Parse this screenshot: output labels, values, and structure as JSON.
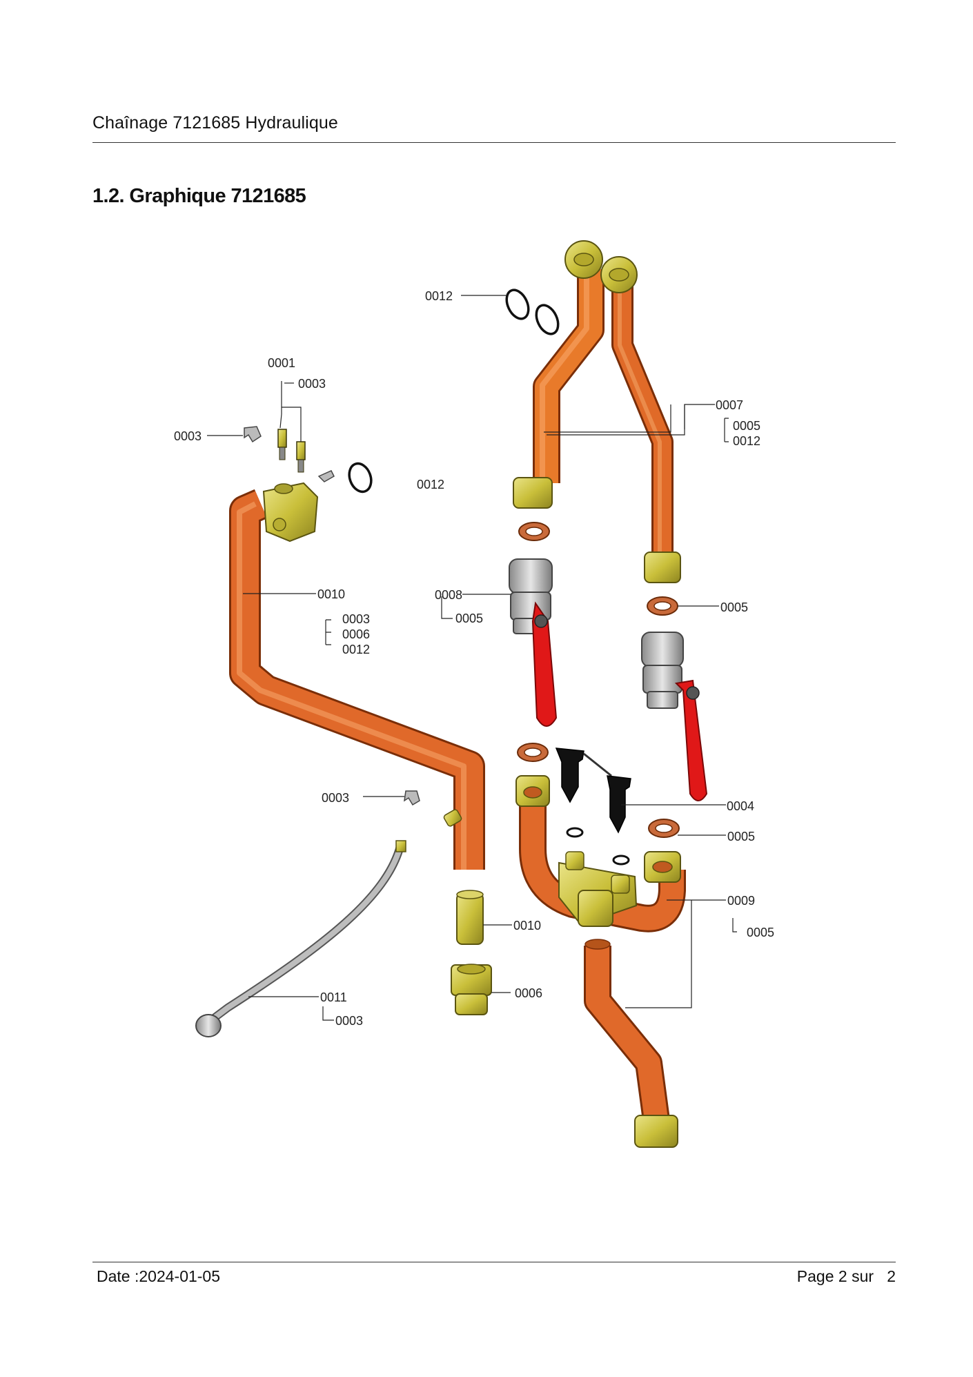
{
  "header": {
    "title": "Chaînage 7121685 Hydraulique"
  },
  "section": {
    "title": "1.2. Graphique 7121685"
  },
  "diagram": {
    "colors": {
      "copper": "#e0692a",
      "brass": "#c9bf3a",
      "valve_handle": "#e01818",
      "gasket": "#c96a3a",
      "hose": "#9a9a9a"
    },
    "labels": {
      "l0012_top": "0012",
      "l0001": "0001",
      "l0003_a": "0003",
      "l0003_b": "0003",
      "l0012_mid": "0012",
      "l0007": "0007",
      "l0005_a": "0005",
      "l0012_b": "0012",
      "l0010_a": "0010",
      "l0003_c": "0003",
      "l0006_a": "0006",
      "l0012_c": "0012",
      "l0008": "0008",
      "l0005_b": "0005",
      "l0005_c": "0005",
      "l0004": "0004",
      "l0005_d": "0005",
      "l0003_d": "0003",
      "l0009": "0009",
      "l0005_e": "0005",
      "l0010_b": "0010",
      "l0011": "0011",
      "l0006_b": "0006",
      "l0003_e": "0003"
    }
  },
  "footer": {
    "date": "Date :2024-01-05",
    "page": "Page 2 sur   2"
  }
}
